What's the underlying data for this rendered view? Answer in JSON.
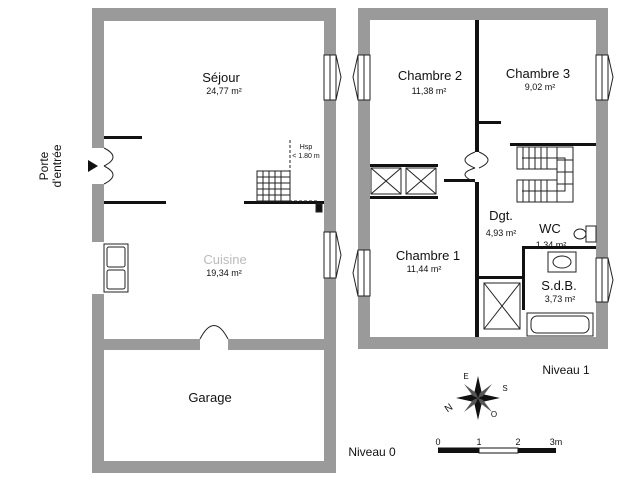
{
  "rooms": {
    "sejour": {
      "name": "Séjour",
      "area": "24,77 m²"
    },
    "cuisine": {
      "name": "Cuisine",
      "area": "19,34 m²"
    },
    "garage": {
      "name": "Garage"
    },
    "chambre2": {
      "name": "Chambre 2",
      "area": "11,38 m²"
    },
    "chambre3": {
      "name": "Chambre 3",
      "area": "9,02 m²"
    },
    "chambre1": {
      "name": "Chambre 1",
      "area": "11,44 m²"
    },
    "dgt": {
      "name": "Dgt.",
      "area": "4,93 m²"
    },
    "wc": {
      "name": "WC",
      "area": "1,34 m²"
    },
    "sdb": {
      "name": "S.d.B.",
      "area": "3,73 m²"
    }
  },
  "hsp": {
    "line1": "Hsp",
    "line2": "< 1.80 m"
  },
  "entrance": {
    "line1": "Porte",
    "line2": "d'entrée"
  },
  "levels": {
    "level0": "Niveau 0",
    "level1": "Niveau 1"
  },
  "compass": {
    "n": "N",
    "s": "S",
    "e": "E",
    "o": "O"
  },
  "scale": {
    "ticks": [
      "0",
      "1",
      "2",
      "3m"
    ]
  }
}
